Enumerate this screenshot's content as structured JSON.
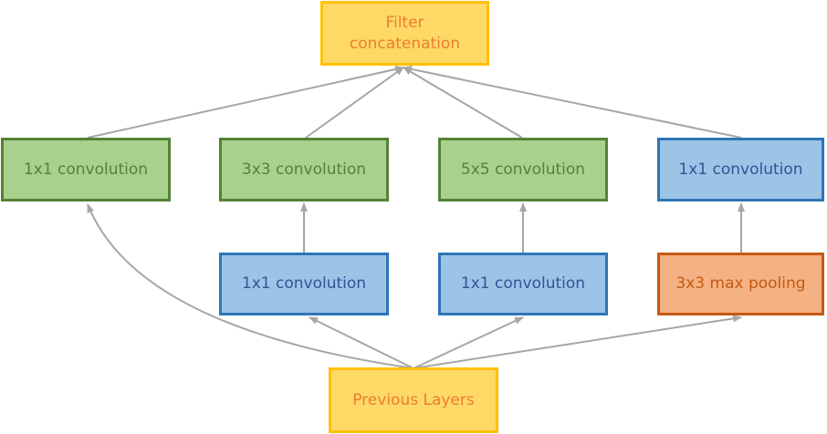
{
  "diagram": {
    "nodes": {
      "filter_concat": {
        "line1": "Filter",
        "line2": "concatenation"
      },
      "conv1x1_a": "1x1 convolution",
      "conv3x3": "3x3 convolution",
      "conv5x5": "5x5 convolution",
      "conv1x1_d": "1x1 convolution",
      "conv1x1_b": "1x1 convolution",
      "conv1x1_c": "1x1 convolution",
      "maxpool3x3": "3x3 max pooling",
      "previous_layers": "Previous Layers"
    },
    "edges": [
      {
        "from": "previous_layers",
        "to": "conv1x1_a"
      },
      {
        "from": "previous_layers",
        "to": "conv1x1_b"
      },
      {
        "from": "previous_layers",
        "to": "conv1x1_c"
      },
      {
        "from": "previous_layers",
        "to": "maxpool3x3"
      },
      {
        "from": "conv1x1_b",
        "to": "conv3x3"
      },
      {
        "from": "conv1x1_c",
        "to": "conv5x5"
      },
      {
        "from": "maxpool3x3",
        "to": "conv1x1_d"
      },
      {
        "from": "conv1x1_a",
        "to": "filter_concat"
      },
      {
        "from": "conv3x3",
        "to": "filter_concat"
      },
      {
        "from": "conv5x5",
        "to": "filter_concat"
      },
      {
        "from": "conv1x1_d",
        "to": "filter_concat"
      }
    ],
    "colors": {
      "edge": "#a6a6a6",
      "concat_fill": "#ffd966",
      "conv_green_fill": "#a9d18e",
      "conv_blue_fill": "#9dc3e6",
      "pool_fill": "#f4b183"
    }
  }
}
